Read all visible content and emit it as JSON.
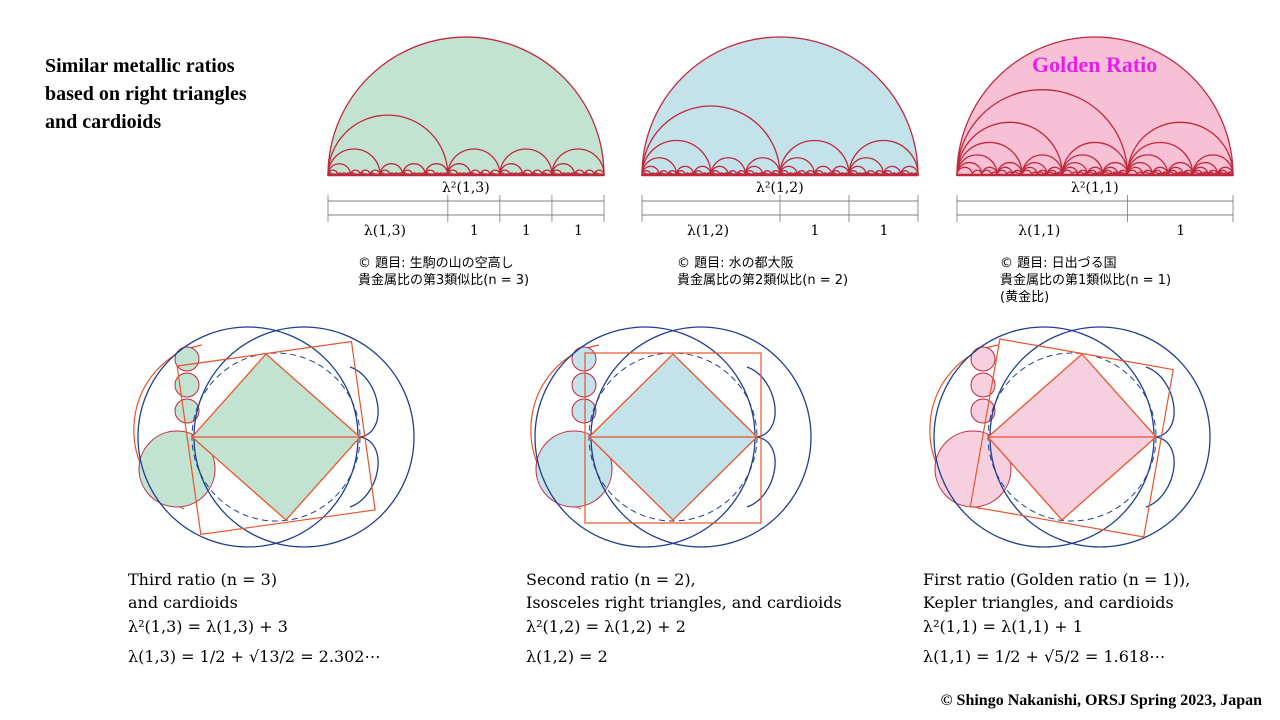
{
  "title": [
    "Similar metallic ratios",
    "based on right triangles",
    "and cardioids"
  ],
  "golden_label": "Golden Ratio",
  "panels": [
    {
      "n": 3,
      "lambda": 2.302,
      "fill": "#c3e3d2",
      "total": "λ²(1,3)",
      "lam": "λ(1,3)",
      "ones": [
        "1",
        "1",
        "1"
      ],
      "cap1": "© 題目: 生駒の山の空高し",
      "cap2": "貴金属比の第3類似比(n = 3)",
      "desc": [
        "Third ratio (n = 3)",
        "and cardioids",
        "λ²(1,3) = λ(1,3) + 3",
        "λ(1,3) = 1/2 + √13/2 = 2.302⋯"
      ]
    },
    {
      "n": 2,
      "lambda": 2,
      "fill": "#c3e2e9",
      "total": "λ²(1,2)",
      "lam": "λ(1,2)",
      "ones": [
        "1",
        "1"
      ],
      "cap1": "© 題目: 水の都大阪",
      "cap2": "貴金属比の第2類似比(n = 2)",
      "desc": [
        "Second ratio (n = 2),",
        "Isosceles right triangles, and cardioids",
        "λ²(1,2) = λ(1,2) + 2",
        "λ(1,2) = 2"
      ]
    },
    {
      "n": 1,
      "lambda": 1.618,
      "fill": "#f7c0d4",
      "total": "λ²(1,1)",
      "lam": "λ(1,1)",
      "ones": [
        "1"
      ],
      "cap1": "© 題目: 日出づる国",
      "cap2": "貴金属比の第1類似比(n = 1)",
      "cap3": "(黄金比)",
      "desc": [
        "First ratio (Golden ratio (n = 1)),",
        "Kepler triangles, and cardioids",
        "λ²(1,1) = λ(1,1) + 1",
        "λ(1,1) = 1/2 + √5/2 = 1.618⋯"
      ]
    }
  ],
  "copyright": "© Shingo Nakanishi, ORSJ Spring 2023, Japan",
  "colors": {
    "arc": "#c0283c",
    "orange": "#e8542a",
    "blue": "#1f3f8f"
  }
}
